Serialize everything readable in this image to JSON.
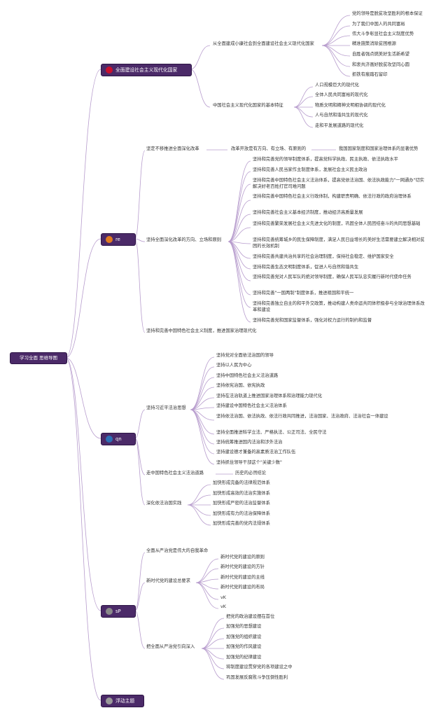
{
  "root": {
    "label": "学习全面 思维导图"
  },
  "topics": [
    {
      "label": "全面建设社会主义现代化国家",
      "icon": "red-circle-icon",
      "icon_color": "#c8102e",
      "branches": [
        {
          "label": "从全面建成小康社会到全面建设社会主义现代化国家",
          "items": [
            "党的领导是脱贫攻坚胜利的根本保证",
            "为了我们中国人的共同富裕",
            "伟大斗争彰显社会主义制度优势",
            "精准施策消除贫困根源",
            "自胜者强点燃美好生活新希望",
            "和衷共济画好脱贫攻坚同心圆",
            "抓铁有痕踏石留印"
          ]
        },
        {
          "label": "中国社会主义现代化国家的基本特征",
          "items": [
            "人口规模巨大的现代化",
            "全体人民共同富裕的现代化",
            "物质文明和精神文明相协调的现代化",
            "人与自然和谐共生的现代化",
            "走和平发展道路的现代化"
          ]
        }
      ]
    },
    {
      "label": "re",
      "icon": "orange-circle-icon",
      "icon_color": "#e07a1f",
      "branches": [
        {
          "label": "坚定不移推进全面深化改革",
          "sub": "改革开放是有方向、有立场、有原则的",
          "subsub": "我国国家制度和国家治理体系的显著优势"
        },
        {
          "label": "坚持全面深化改革的方向、立场和原则",
          "items": [
            "坚持和完善党的领导制度体系，提高党科学执政、民主执政、依法执政水平",
            "坚持和完善人民当家作主制度体系，发展社会主义民主政治",
            "坚持和完善中国特色社会主义法治体系，提高党依法治国、依法执政能力\"一网通办\"切实解决好老百姓打官司难问题",
            "坚持和完善中国特色社会主义行政体制，构建职责明确、依法行政的政府治理体系",
            "坚持和完善社会主义基本经济制度，推动经济高质量发展",
            "坚持和完善繁荣发展社会主义先进文化的制度，巩固全体人民团结奋斗的共同思想基础",
            "坚持和完善统筹城乡的民生保障制度，满足人民日益增长的美好生活需要建立解决相对贫困的长效机制",
            "坚持和完善共建共治共享的社会治理制度，保持社会稳定、维护国家安全",
            "坚持和完善生态文明制度体系，促进人与自然和谐共生",
            "坚持和完善党对人民军队的绝对领导制度，确保人民军队忠实履行新时代使命任务",
            "坚持和完善\"一国两制\"制度体系，推进祖国和平统一",
            "坚持和完善独立自主的和平外交政策，推动构建人类命运共同体积极参与全球治理体系改革和建设",
            "坚持和完善党和国家监督体系，强化对权力运行的制约和监督"
          ]
        },
        {
          "label": "坚持和完善中国特色社会主义制度，推进国家治理现代化"
        }
      ]
    },
    {
      "label": "qn",
      "icon": "blue-circle-icon",
      "icon_color": "#2d6fb5",
      "branches": [
        {
          "label": "坚持习近平法治思想",
          "items": [
            "坚持党对全面依法治国的领导",
            "坚持以人民为中心",
            "坚持中国特色社会主义法治道路",
            "坚持依宪治国、依宪执政",
            "坚持在法治轨道上推进国家治理体系和治理能力现代化",
            "坚持建设中国特色社会主义法治体系",
            "坚持依法治国、依法执政、依法行政共同推进，法治国家、法治政府、法治社会一体建设",
            "坚持全面推进科学立法、严格执法、公正司法、全民守法",
            "坚持统筹推进国内法治和涉外法治",
            "坚持建设德才兼备的高素质法治工作队伍",
            "坚持抓住领导干部这个\"关键少数\""
          ]
        },
        {
          "label": "走中国特色社会主义法治道路",
          "sub": "历史的必然结论"
        },
        {
          "label": "深化依法治国实践",
          "items": [
            "加快形成完备的法律规范体系",
            "加快形成高效的法治实施体系",
            "加快形成严密的法治监督体系",
            "加快形成有力的法治保障体系",
            "加快形成完善的党内法规体系"
          ]
        }
      ]
    },
    {
      "label": "sP",
      "icon": "gray-circle-icon",
      "icon_color": "#8a8a8a",
      "branches": [
        {
          "label": "全面从严治党是伟大的自我革命"
        },
        {
          "label": "新时代党的建设总要求",
          "items": [
            "新时代党的建设的原则",
            "新时代党的建设的方针",
            "新时代党的建设的主线",
            "新时代党的建设的布局",
            "vK",
            "vK"
          ]
        },
        {
          "label": "把全面从严治党引向深入",
          "items": [
            "把党的政治建设摆在首位",
            "加强党的思想建设",
            "加强党的组织建设",
            "加强党的作风建设",
            "加强党的纪律建设",
            "将制度建设贯穿党的各项建设之中",
            "巩固发展反腐败斗争压倒性胜利"
          ]
        }
      ]
    },
    {
      "label": "浮动主题",
      "icon": "gray-circle-icon",
      "icon_color": "#9a9a9a"
    }
  ]
}
